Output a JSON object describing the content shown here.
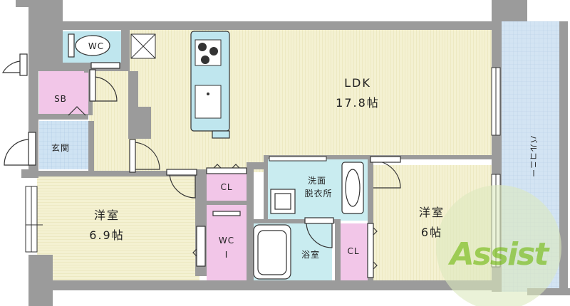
{
  "floorplan": {
    "rooms": {
      "ldk": {
        "name": "LDK",
        "size": "17.8帖"
      },
      "western1": {
        "name": "洋室",
        "size": "6.9帖"
      },
      "western2": {
        "name": "洋室",
        "size": "6帖"
      },
      "wc_top": {
        "name": "WC"
      },
      "wc_mid": {
        "name": "WC",
        "sub": "I"
      },
      "sb": {
        "name": "SB"
      },
      "entrance": {
        "name": "玄関"
      },
      "washroom": {
        "line1": "洗面",
        "line2": "脱衣所"
      },
      "bath": {
        "name": "浴室"
      },
      "cl_top": {
        "name": "CL"
      },
      "cl_right": {
        "name": "CL"
      },
      "balcony": {
        "name": "バルコニー"
      }
    },
    "watermark": {
      "text": "Assist"
    },
    "colors": {
      "ldk_floor": "#f3f0cf",
      "western_floor": "#f3f0cf",
      "wc_fill": "#bfe6ee",
      "sb_fill": "#f2c6e8",
      "entrance_fill": "#cfe3f3",
      "washroom_fill": "#c9ecf0",
      "bath_fill": "#c9ecf0",
      "cl_fill": "#f2c6e8",
      "balcony_fill": "#d6e6f3",
      "wall": "#9a9a9a",
      "watermark": "#8ec63f"
    }
  }
}
